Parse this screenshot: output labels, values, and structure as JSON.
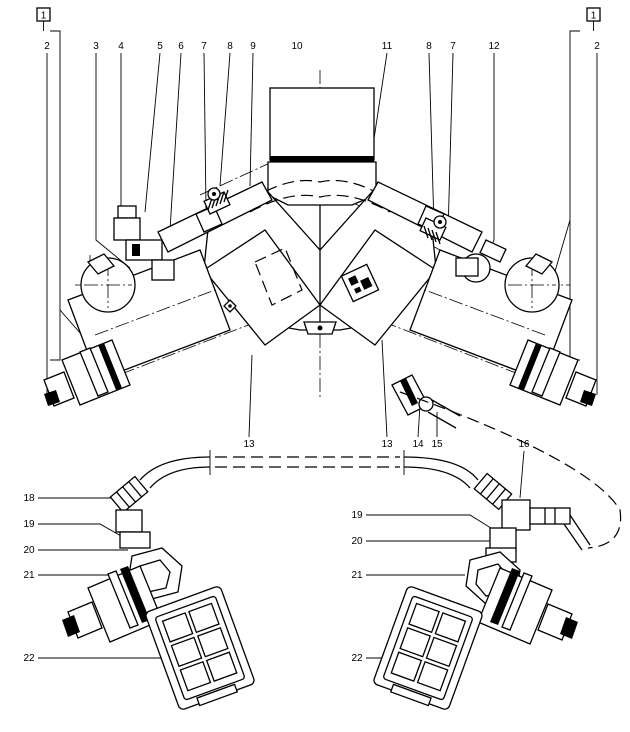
{
  "diagram": {
    "boxed_markers": [
      "1",
      "1"
    ],
    "callouts": [
      "2",
      "3",
      "4",
      "5",
      "6",
      "7",
      "8",
      "9",
      "10",
      "11",
      "8",
      "7",
      "12",
      "2",
      "13",
      "13",
      "14",
      "15",
      "16",
      "18",
      "19",
      "20",
      "21",
      "22",
      "19",
      "20",
      "21",
      "22"
    ]
  }
}
